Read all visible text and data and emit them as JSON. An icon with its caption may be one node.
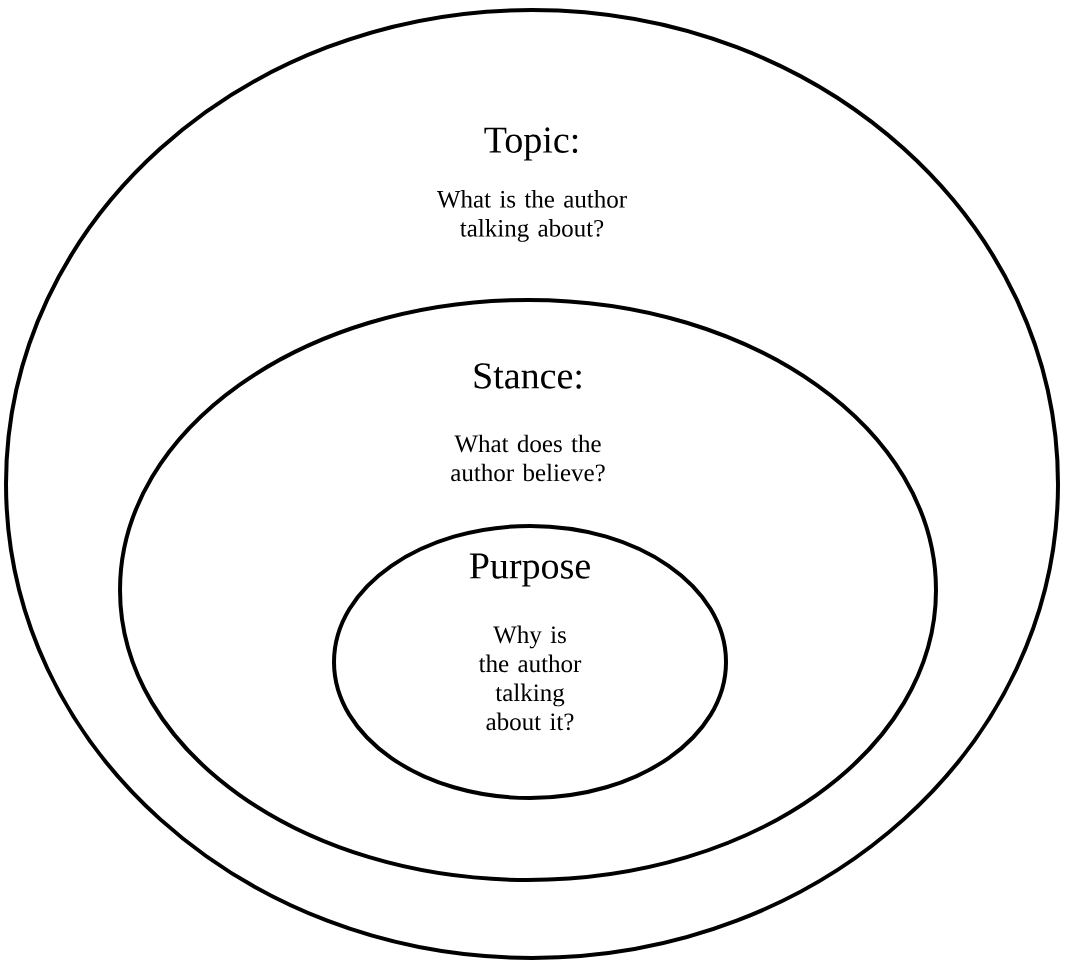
{
  "diagram": {
    "nodes": [
      {
        "text": [
          "Topic:",
          "What is the author talking about?"
        ]
      },
      {
        "text": [
          "Stance:",
          "What does the author believe?"
        ],
        "in": 0
      },
      {
        "text": [
          "Purpose",
          "Why is the author talking about it?"
        ],
        "in": 1
      }
    ]
  }
}
